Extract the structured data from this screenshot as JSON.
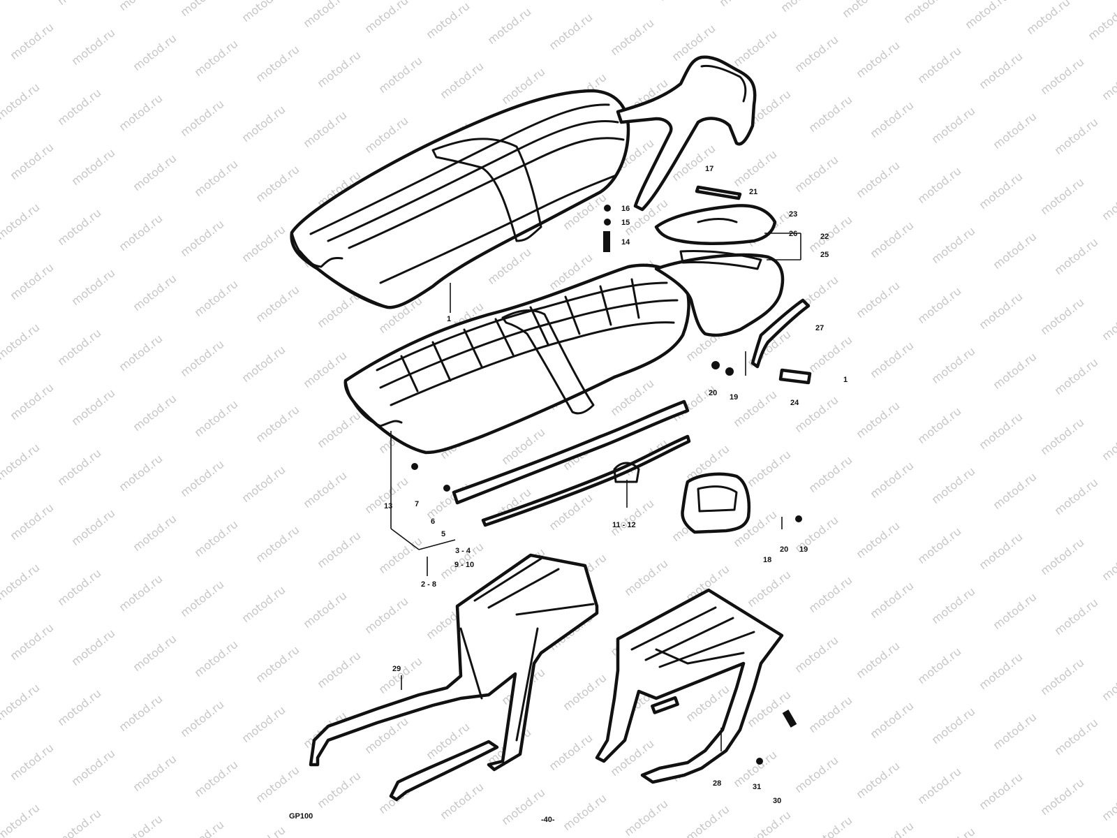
{
  "watermark": {
    "text": "motod.ru",
    "color": "#b9b9b9"
  },
  "model_label": "GP100",
  "page_number": "-40-",
  "callouts": {
    "c1": "1",
    "c1b": "1",
    "c13": "13",
    "c2_8": "2 - 8",
    "c9_10": "9 - 10",
    "c3_4": "3 - 4",
    "c5": "5",
    "c6": "6",
    "c7": "7",
    "c11_12": "11 - 12",
    "c14": "14",
    "c15": "15",
    "c16": "16",
    "c17": "17",
    "c18": "18",
    "c19a": "19",
    "c19b": "19",
    "c20a": "20",
    "c20b": "20",
    "c21": "21",
    "c22": "22",
    "c23": "23",
    "c24": "24",
    "c25": "25",
    "c26": "26",
    "c27": "27",
    "c28": "28",
    "c29": "29",
    "c30": "30",
    "c31": "31"
  }
}
